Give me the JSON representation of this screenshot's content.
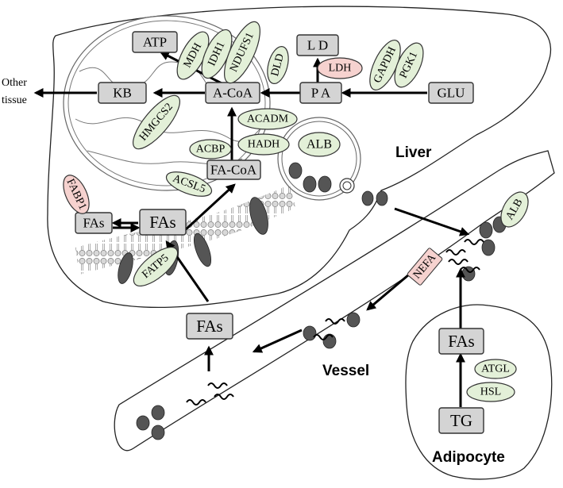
{
  "regions": {
    "liver": "Liver",
    "vessel": "Vessel",
    "adipocyte": "Adipocyte"
  },
  "other_tissue": [
    "Other",
    "tissue"
  ],
  "metabolites": {
    "atp": "ATP",
    "kb": "KB",
    "acoa": "A-CoA",
    "ld": "L D",
    "pa": "P A",
    "glu": "GLU",
    "facoa": "FA-CoA",
    "fas_inner": "FAs",
    "fas_outer": "FAs",
    "fas_vessel": "FAs",
    "fas_adipo": "FAs",
    "tg": "TG"
  },
  "enzymes": {
    "mdh": "MDH",
    "idh1": "IDH1",
    "ndufs1": "NDUFS1",
    "dld": "DLD",
    "ldh": "LDH",
    "gapdh": "GAPDH",
    "pgk1": "PGK1",
    "hmgcs2": "HMGCS2",
    "acadm": "ACADM",
    "hadh": "HADH",
    "acbp": "ACBP",
    "acsl5": "ACSL5",
    "fabp1": "FABP1",
    "fatp5": "FATP5",
    "alb_liver": "ALB",
    "alb_vessel": "ALB",
    "nefa": "NEFA",
    "atgl": "ATGL",
    "hsl": "HSL"
  },
  "colors": {
    "box_fill": "#d4d4d4",
    "enzyme_green": "#e3f0d8",
    "enzyme_red": "#f6d2cf"
  }
}
